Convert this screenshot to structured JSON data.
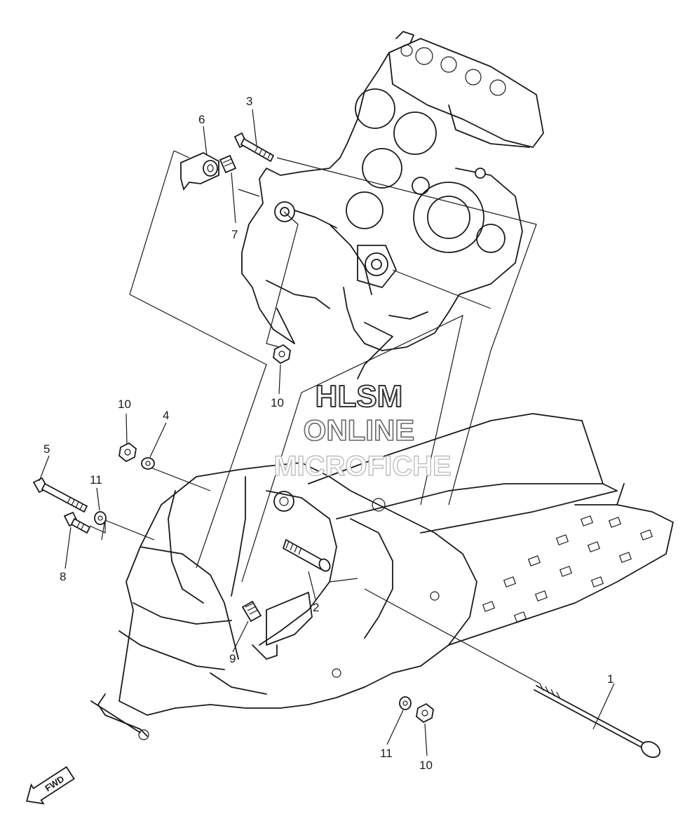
{
  "callouts": [
    {
      "id": "callout-1",
      "label": "1"
    },
    {
      "id": "callout-2",
      "label": "2"
    },
    {
      "id": "callout-3",
      "label": "3"
    },
    {
      "id": "callout-4",
      "label": "4"
    },
    {
      "id": "callout-5",
      "label": "5"
    },
    {
      "id": "callout-6",
      "label": "6"
    },
    {
      "id": "callout-7",
      "label": "7"
    },
    {
      "id": "callout-8",
      "label": "8"
    },
    {
      "id": "callout-9",
      "label": "9"
    },
    {
      "id": "callout-10a",
      "label": "10"
    },
    {
      "id": "callout-10b",
      "label": "10"
    },
    {
      "id": "callout-10c",
      "label": "10"
    },
    {
      "id": "callout-11a",
      "label": "11"
    },
    {
      "id": "callout-11b",
      "label": "11"
    }
  ],
  "watermark": {
    "line1": "HLSM",
    "line2": "ONLINE",
    "line3": "MICROFICHE"
  },
  "fwd_label": "FWD",
  "colors": {
    "ink": "#1a1a1a",
    "watermark_stroke_dark": "#333333",
    "watermark_stroke_light": "#bdbdbd",
    "background": "#ffffff"
  }
}
